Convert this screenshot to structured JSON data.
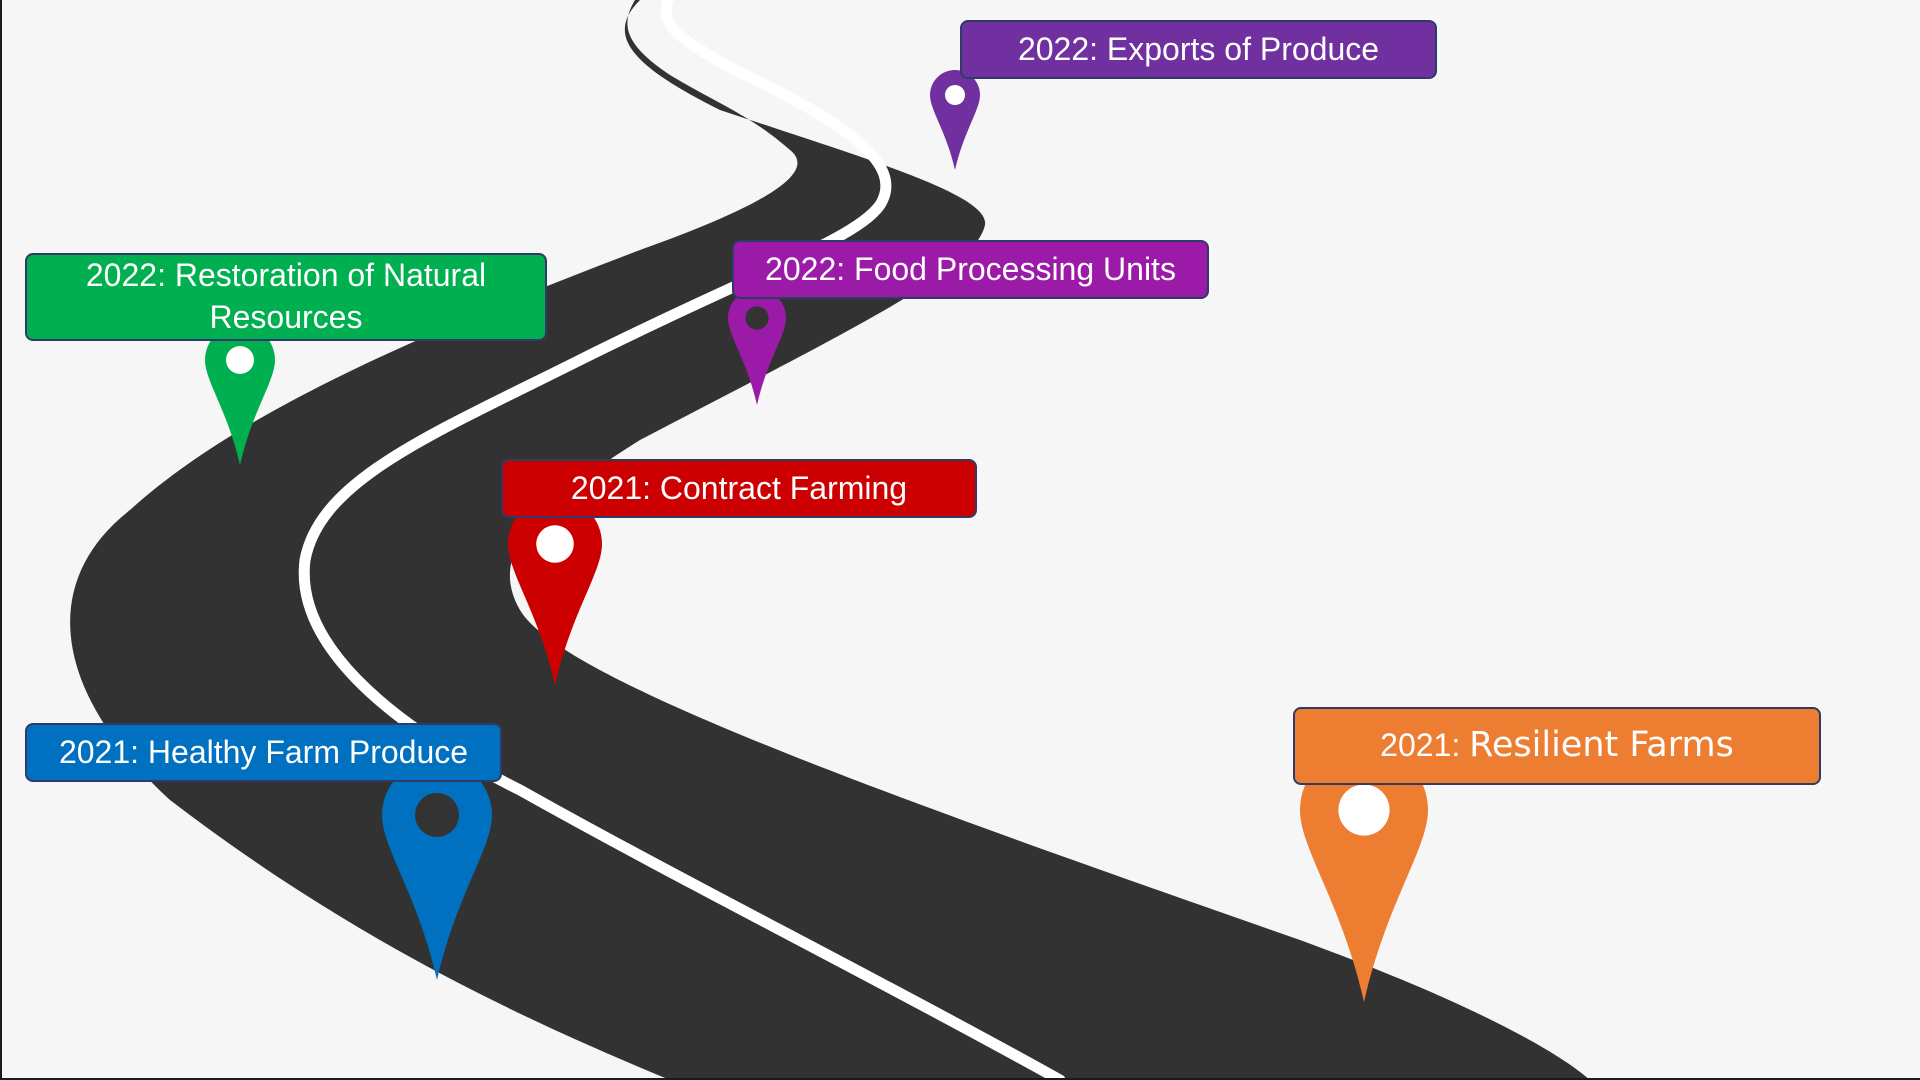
{
  "milestones": [
    {
      "id": "restore",
      "year": "2022:",
      "text": "Restoration of Natural Resources",
      "color": "#00b050",
      "icon": "map-pin-icon"
    },
    {
      "id": "exports",
      "year": "2022:",
      "text": "Exports of Produce",
      "color": "#7030a0",
      "icon": "map-pin-icon"
    },
    {
      "id": "food",
      "year": "2022:",
      "text": "Food Processing Units",
      "color": "#9c1aa8",
      "icon": "map-pin-icon"
    },
    {
      "id": "contract",
      "year": "2021:",
      "text": "Contract Farming",
      "color": "#cc0000",
      "icon": "map-pin-icon"
    },
    {
      "id": "healthy",
      "year": "2021:",
      "text": "Healthy Farm Produce",
      "color": "#0070c0",
      "icon": "map-pin-icon"
    },
    {
      "id": "resilient",
      "year": "2021:",
      "text": "Resilient Farms",
      "color": "#ed7d31",
      "icon": "map-pin-icon"
    }
  ],
  "road": {
    "asphalt_color": "#323232",
    "line_color": "#ffffff"
  },
  "background_color": "#f6f6f6"
}
